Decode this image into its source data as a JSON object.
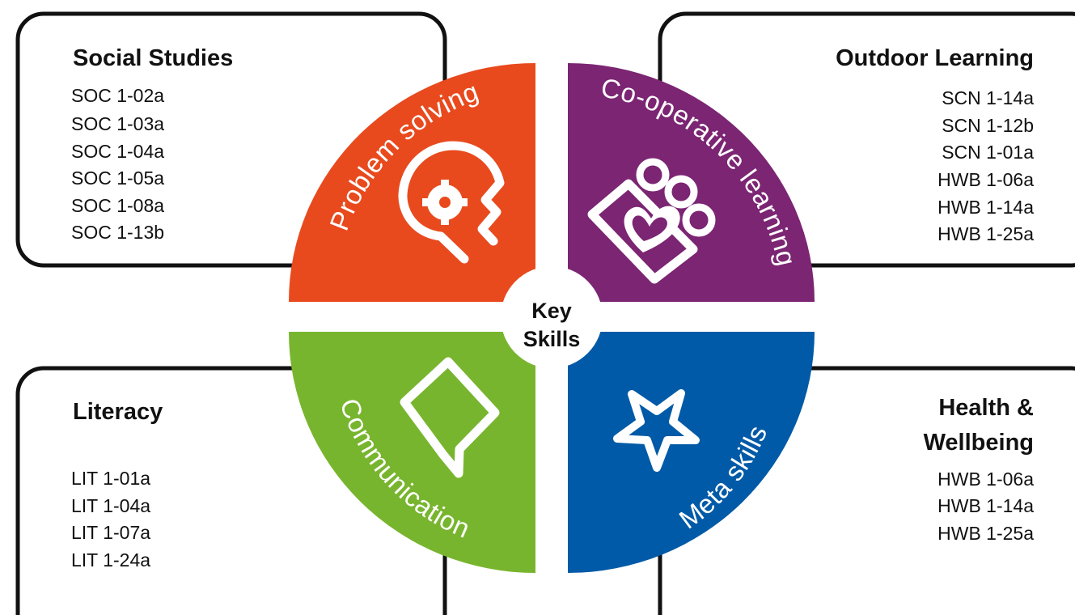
{
  "center": {
    "line1": "Key",
    "line2": "Skills"
  },
  "quadrants": {
    "problem_solving": {
      "label": "Problem solving",
      "color": "#e84a1e",
      "icon": "head-gear-icon"
    },
    "cooperative": {
      "label": "Co-operative learning",
      "color": "#7b2573",
      "icon": "people-heart-icon"
    },
    "communication": {
      "label": "Communication",
      "color": "#78b52e",
      "icon": "speech-bubble-icon"
    },
    "meta": {
      "label": "Meta skills",
      "color": "#005aa7",
      "icon": "star-icon"
    }
  },
  "boxes": {
    "social_studies": {
      "title": "Social Studies",
      "codes": [
        "SOC 1-02a",
        "SOC 1-03a",
        "SOC 1-04a",
        "SOC 1-05a",
        "SOC 1-08a",
        "SOC 1-13b"
      ]
    },
    "outdoor_learning": {
      "title": "Outdoor Learning",
      "codes": [
        "SCN 1-14a",
        "SCN 1-12b",
        "SCN 1-01a",
        "HWB 1-06a",
        "HWB 1-14a",
        "HWB 1-25a"
      ]
    },
    "literacy": {
      "title": "Literacy",
      "codes": [
        "LIT 1-01a",
        "LIT 1-04a",
        "LIT 1-07a",
        "LIT 1-24a"
      ]
    },
    "health_wellbeing": {
      "title_line1": "Health &",
      "title_line2": "Wellbeing",
      "codes": [
        "HWB 1-06a",
        "HWB 1-14a",
        "HWB 1-25a"
      ]
    }
  }
}
